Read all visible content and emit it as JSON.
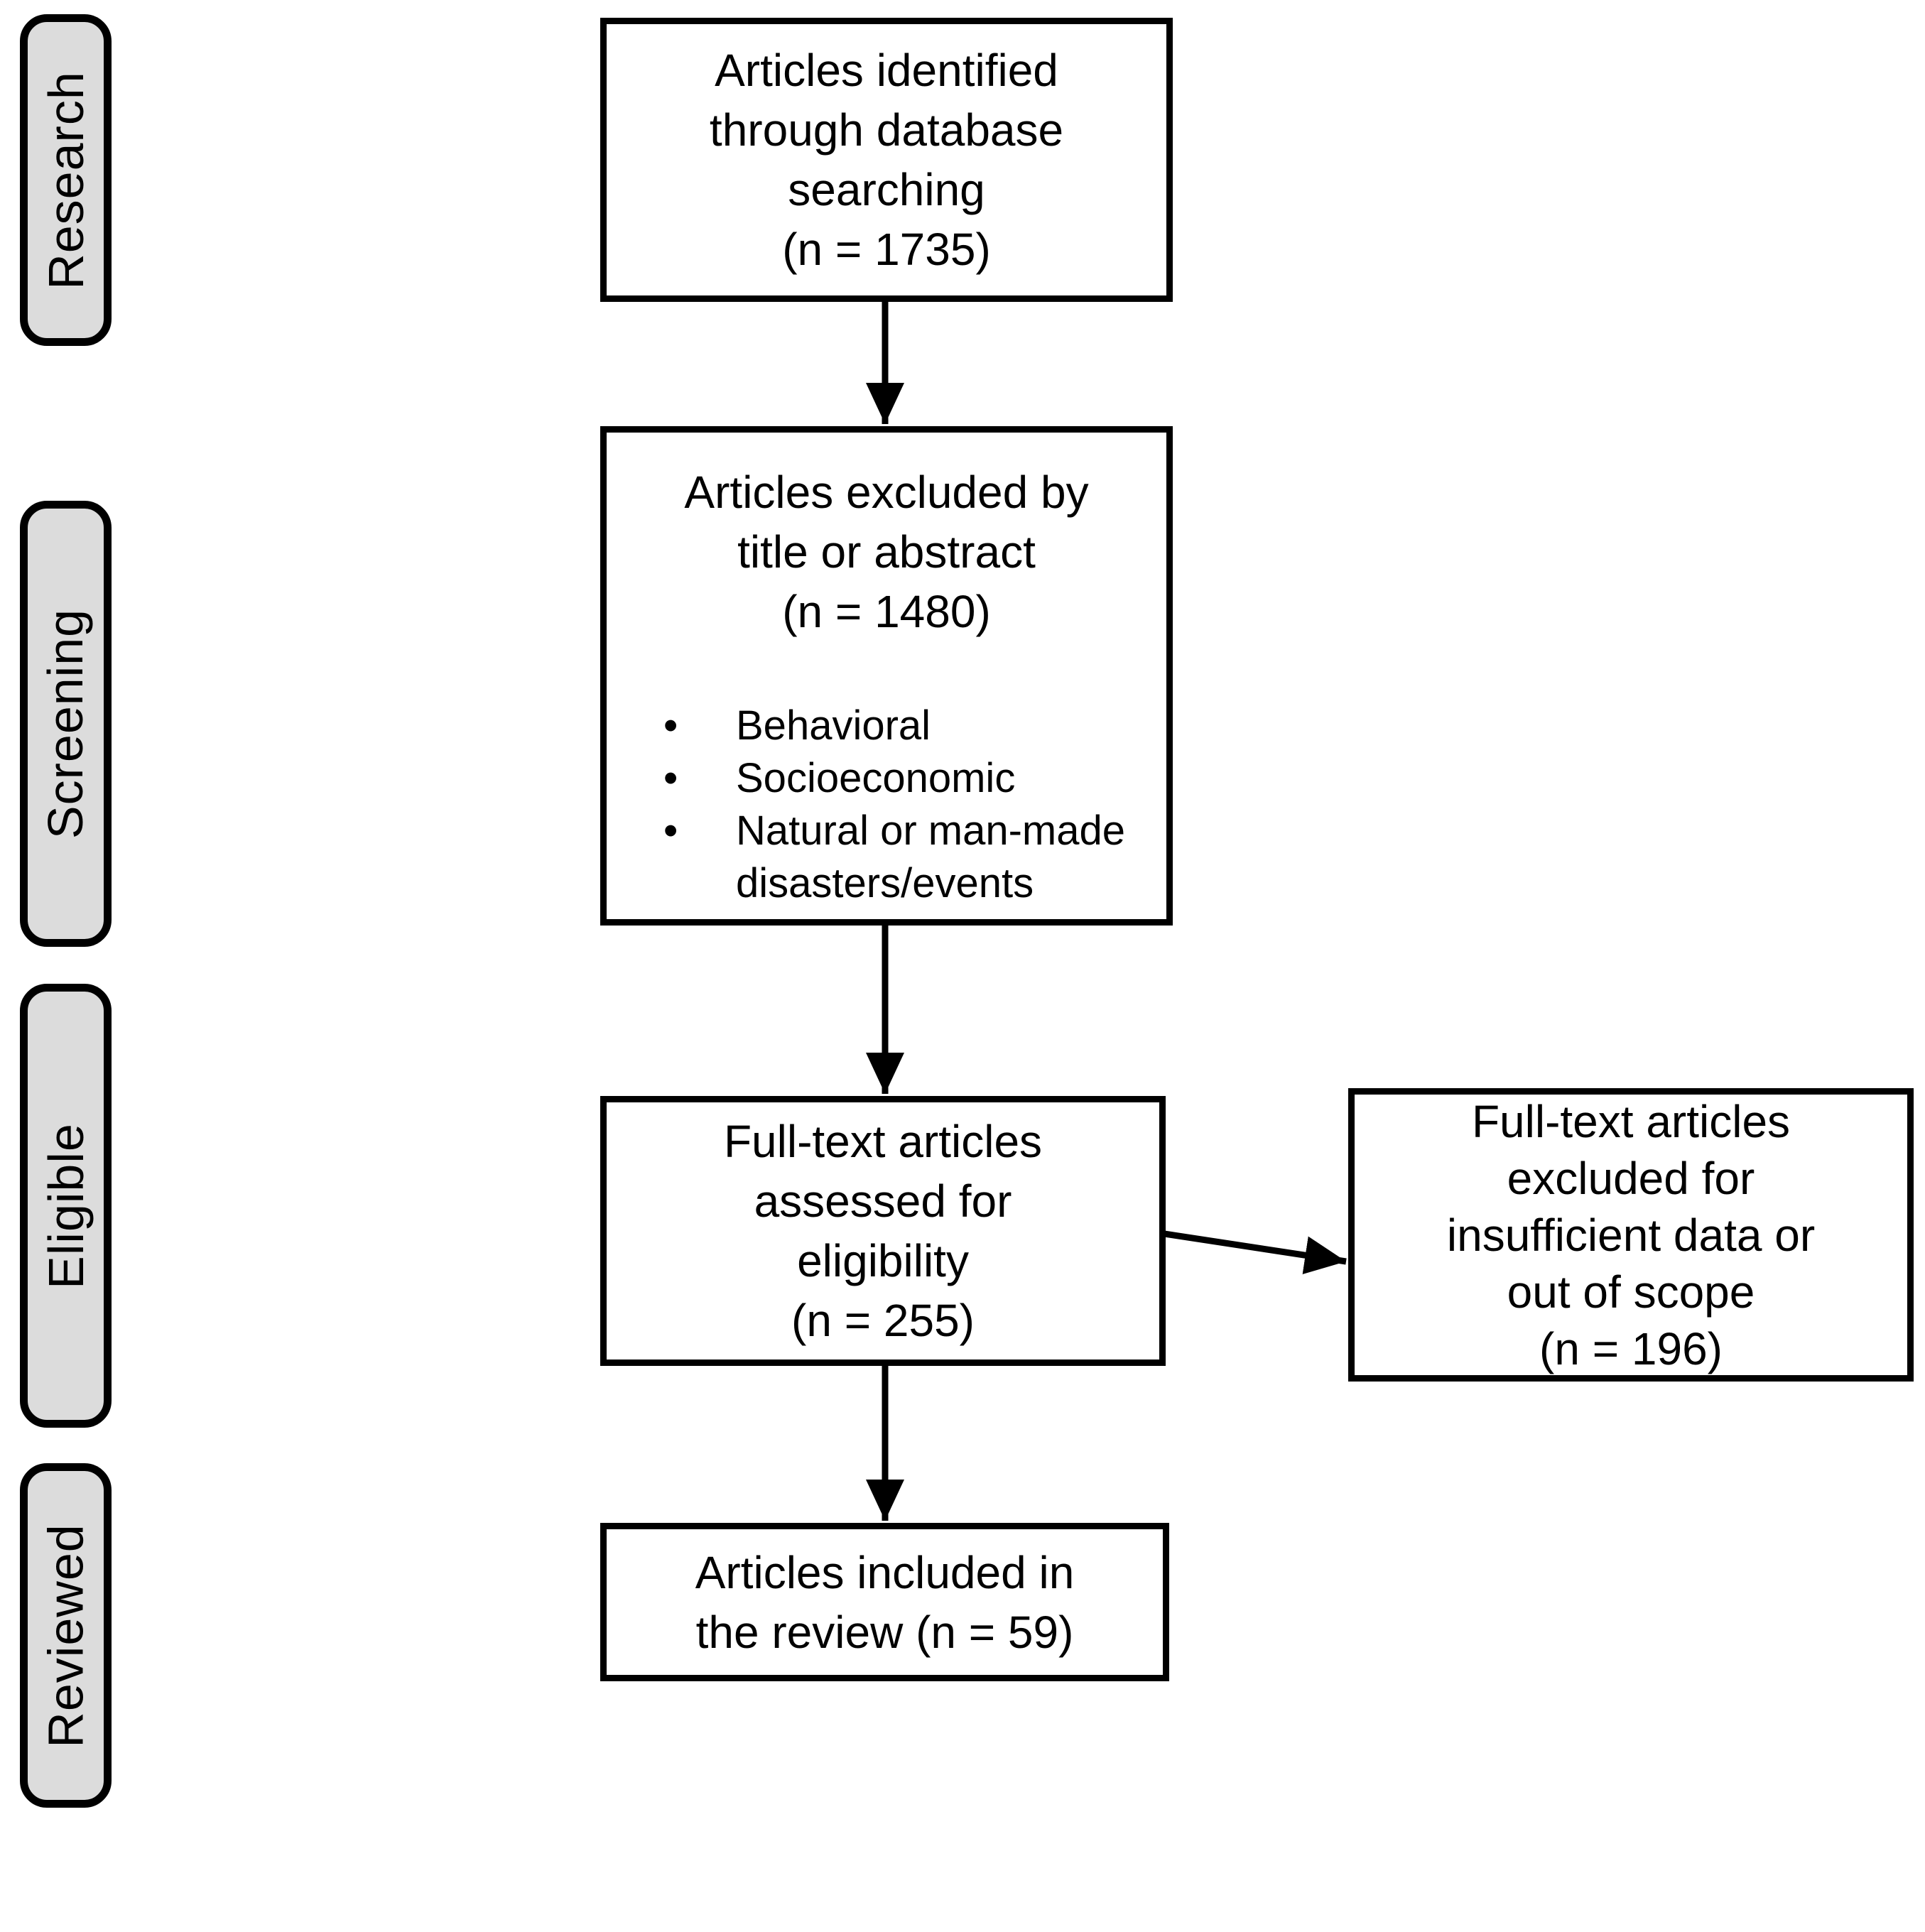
{
  "colors": {
    "background": "#ffffff",
    "ink": "#000000",
    "sidebar_fill": "#dcdcdc",
    "box_fill": "#ffffff"
  },
  "sidebar": {
    "items": [
      {
        "label": "Research"
      },
      {
        "label": "Screening"
      },
      {
        "label": "Eligible"
      },
      {
        "label": "Reviewed"
      }
    ]
  },
  "flow": {
    "identified": {
      "text": "Articles identified\nthrough database\nsearching\n(n = 1735)",
      "count": 1735
    },
    "excluded_title_abstract": {
      "heading": "Articles excluded by\ntitle or abstract\n(n = 1480)",
      "count": 1480,
      "bullet_glyph": "•",
      "bullets": [
        "Behavioral",
        "Socioeconomic",
        "Natural or man-made\ndisasters/events"
      ]
    },
    "fulltext_assessed": {
      "text": "Full-text articles\nassessed for\neligibility\n(n = 255)",
      "count": 255
    },
    "fulltext_excluded": {
      "text": "Full-text articles\nexcluded for\ninsufficient data or\nout of scope\n(n = 196)",
      "count": 196
    },
    "included": {
      "text": "Articles included in\nthe review (n = 59)",
      "count": 59
    }
  }
}
